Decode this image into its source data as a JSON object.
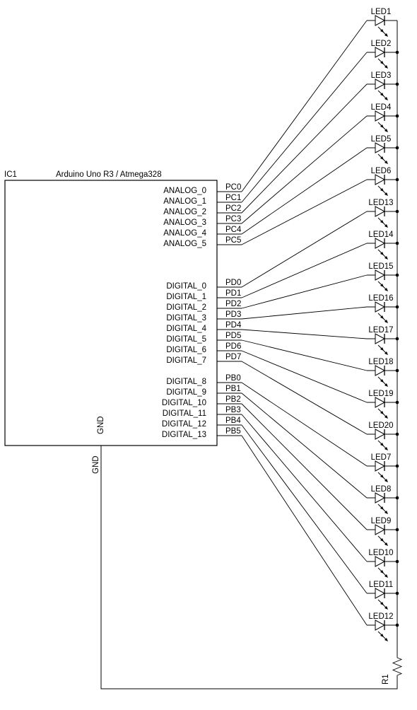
{
  "ic": {
    "ref": "IC1",
    "title": "Arduino Uno R3 / Atmega328",
    "gnd_label": "GND",
    "analog_pins": [
      {
        "name": "ANALOG_0",
        "port": "PC0",
        "led": "LED1"
      },
      {
        "name": "ANALOG_1",
        "port": "PC1",
        "led": "LED2"
      },
      {
        "name": "ANALOG_2",
        "port": "PC2",
        "led": "LED3"
      },
      {
        "name": "ANALOG_3",
        "port": "PC3",
        "led": "LED4"
      },
      {
        "name": "ANALOG_4",
        "port": "PC4",
        "led": "LED5"
      },
      {
        "name": "ANALOG_5",
        "port": "PC5",
        "led": "LED6"
      }
    ],
    "digital_pins_d": [
      {
        "name": "DIGITAL_0",
        "port": "PD0",
        "led": "LED13"
      },
      {
        "name": "DIGITAL_1",
        "port": "PD1",
        "led": "LED14"
      },
      {
        "name": "DIGITAL_2",
        "port": "PD2",
        "led": "LED15"
      },
      {
        "name": "DIGITAL_3",
        "port": "PD3",
        "led": "LED16"
      },
      {
        "name": "DIGITAL_4",
        "port": "PD4",
        "led": "LED17"
      },
      {
        "name": "DIGITAL_5",
        "port": "PD5",
        "led": "LED18"
      },
      {
        "name": "DIGITAL_6",
        "port": "PD6",
        "led": "LED19"
      },
      {
        "name": "DIGITAL_7",
        "port": "PD7",
        "led": "LED20"
      }
    ],
    "digital_pins_b": [
      {
        "name": "DIGITAL_8",
        "port": "PB0",
        "led": "LED7"
      },
      {
        "name": "DIGITAL_9",
        "port": "PB1",
        "led": "LED8"
      },
      {
        "name": "DIGITAL_10",
        "port": "PB2",
        "led": "LED9"
      },
      {
        "name": "DIGITAL_11",
        "port": "PB3",
        "led": "LED10"
      },
      {
        "name": "DIGITAL_12",
        "port": "PB4",
        "led": "LED11"
      },
      {
        "name": "DIGITAL_13",
        "port": "PB5",
        "led": "LED12"
      }
    ]
  },
  "leds": [
    "LED1",
    "LED2",
    "LED3",
    "LED4",
    "LED5",
    "LED6",
    "LED13",
    "LED14",
    "LED15",
    "LED16",
    "LED17",
    "LED18",
    "LED19",
    "LED20",
    "LED7",
    "LED8",
    "LED9",
    "LED10",
    "LED11",
    "LED12"
  ],
  "resistor": {
    "ref": "R1"
  },
  "gnd_net_label": "GND"
}
